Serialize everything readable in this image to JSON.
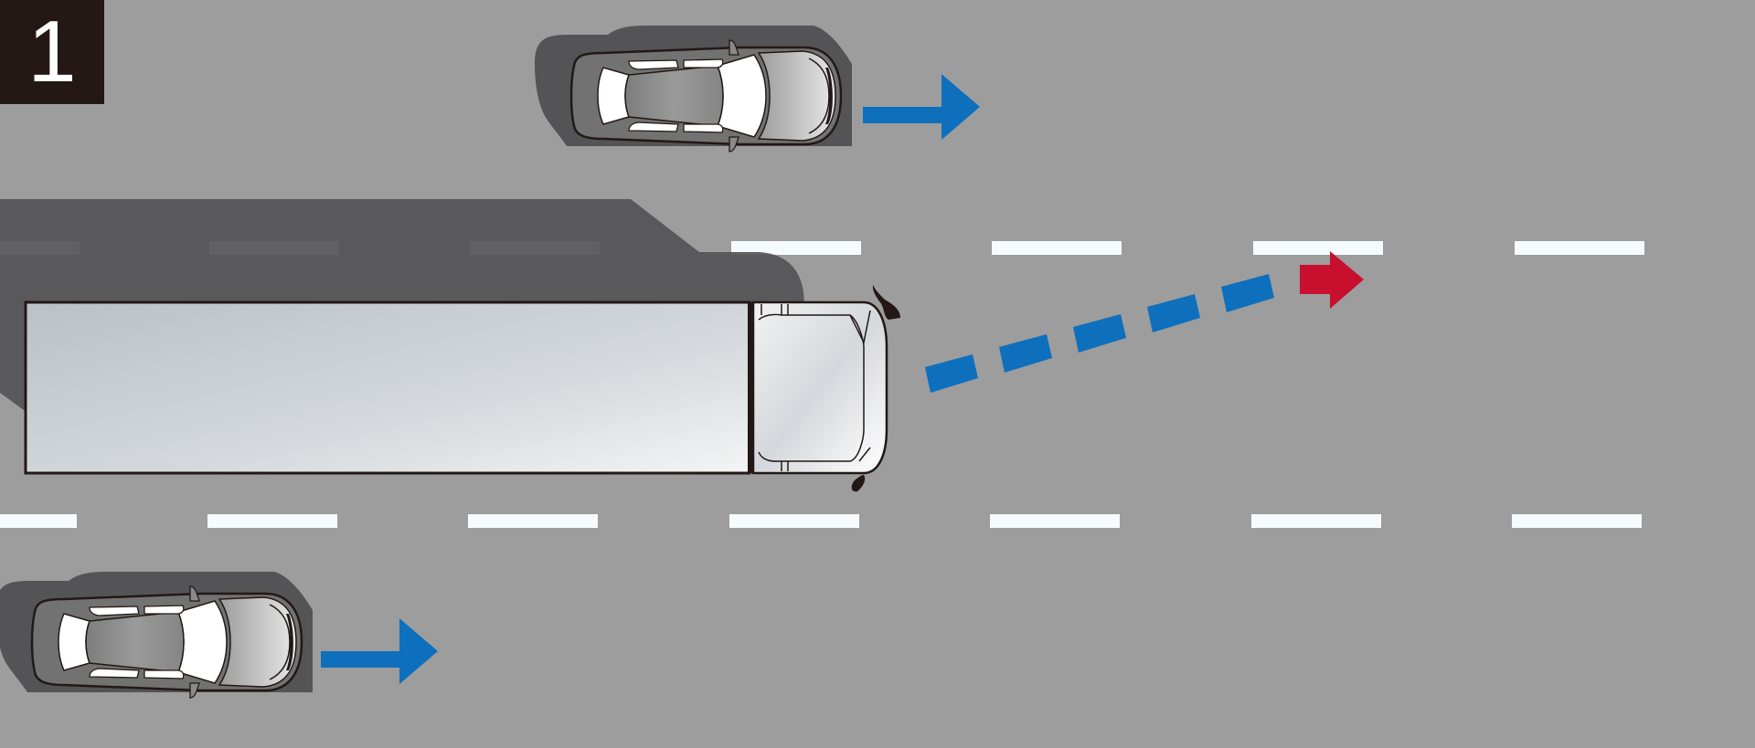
{
  "step_number": "1",
  "colors": {
    "road": "#9d9d9d",
    "lane_marking": "#f5fbff",
    "shadow": "#545456",
    "motion_arrow": "#0e6fbd",
    "lane_change_arrow": "#c8102e",
    "badge_background": "#231815",
    "truck_body": "#cfd4d8"
  },
  "vehicles": [
    {
      "id": "car-top-lane",
      "kind": "car",
      "lane": "left",
      "motion": "forward"
    },
    {
      "id": "truck-middle-lane",
      "kind": "truck",
      "lane": "center",
      "motion": "changing-lanes-left"
    },
    {
      "id": "car-bottom-lane",
      "kind": "car",
      "lane": "right",
      "motion": "forward"
    }
  ],
  "icons": [
    "blue-forward-arrow",
    "blue-dashed-path",
    "red-arrow"
  ]
}
